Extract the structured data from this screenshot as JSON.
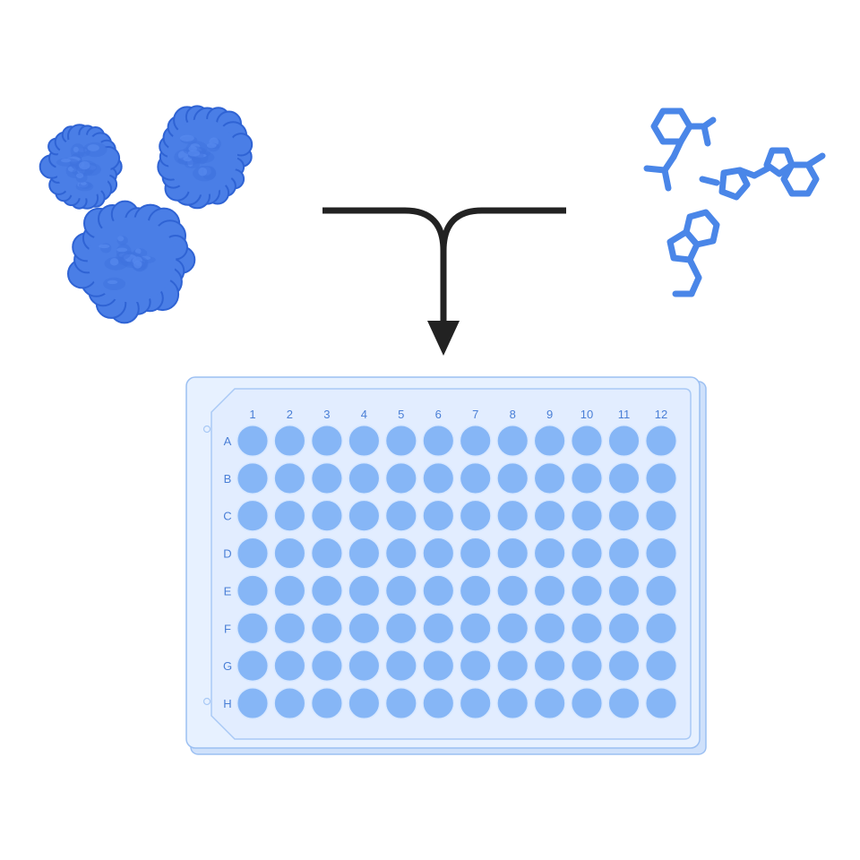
{
  "colors": {
    "protein": "#4a7ee6",
    "protein_stroke": "#2f63d4",
    "molecule": "#4a86e8",
    "arrow": "#222222",
    "plate_fill": "#e4efff",
    "plate_stroke": "#9cc0f2",
    "well_fill": "#86b6f6",
    "well_stroke": "#d8e8ff",
    "label": "#4a7fd6"
  },
  "icons": {
    "left": "protein-cluster-icon",
    "right": "small-molecule-icon",
    "center": "merge-arrow-icon",
    "bottom": "96-well-plate-icon"
  },
  "plate": {
    "columns": [
      "1",
      "2",
      "3",
      "4",
      "5",
      "6",
      "7",
      "8",
      "9",
      "10",
      "11",
      "12"
    ],
    "rows": [
      "A",
      "B",
      "C",
      "D",
      "E",
      "F",
      "G",
      "H"
    ]
  }
}
